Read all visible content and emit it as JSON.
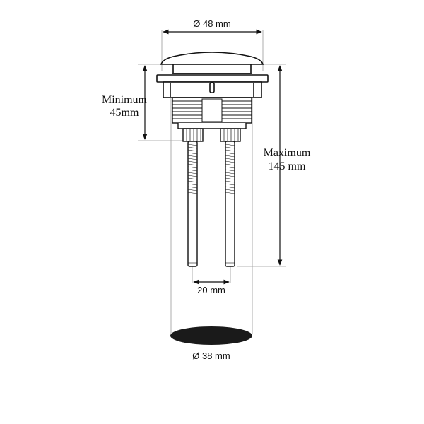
{
  "diagram": {
    "subject": "Dual flush push button with threaded rods",
    "labels": {
      "button_diameter": "Ø 48 mm",
      "minimum_line1": "Minimum",
      "minimum_line2": "45mm",
      "maximum_line1": "Maximum",
      "maximum_line2": "145 mm",
      "rod_spacing": "20 mm",
      "hole_diameter": "Ø 38 mm"
    },
    "colors": {
      "line": "#111111",
      "guide": "#9a9a9a",
      "hole_fill": "#1a1a1a",
      "background": "#ffffff"
    }
  }
}
